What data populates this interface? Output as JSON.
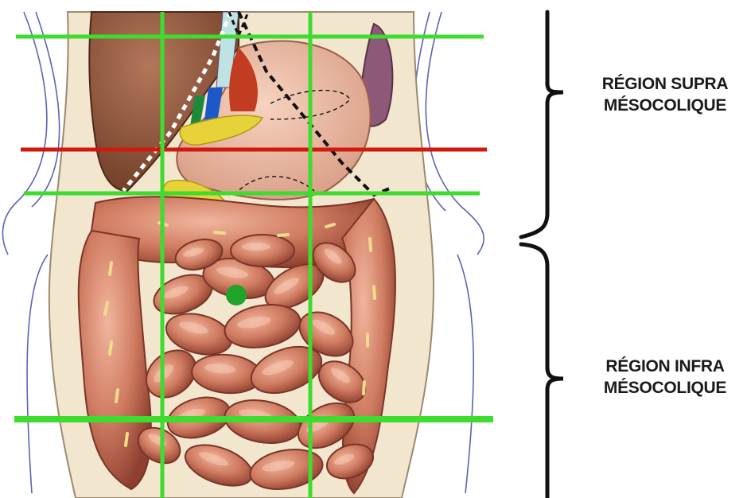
{
  "regions": {
    "supra": {
      "line1": "RÉGION SUPRA",
      "line2": "MÉSOCOLIQUE"
    },
    "infra": {
      "line1": "RÉGION INFRA",
      "line2": "MÉSOCOLIQUE"
    }
  },
  "colors": {
    "grid_line": "#3ddc2e",
    "mesocolon_line": "#d01a10",
    "marker": "#1fa32a",
    "brace": "#111111",
    "organ_bowel": "#c9715a",
    "organ_liver": "#8a5138",
    "organ_stomach": "#e9b49a",
    "organ_pancreas": "#e8d23a",
    "body_outline": "#5a63b8"
  }
}
